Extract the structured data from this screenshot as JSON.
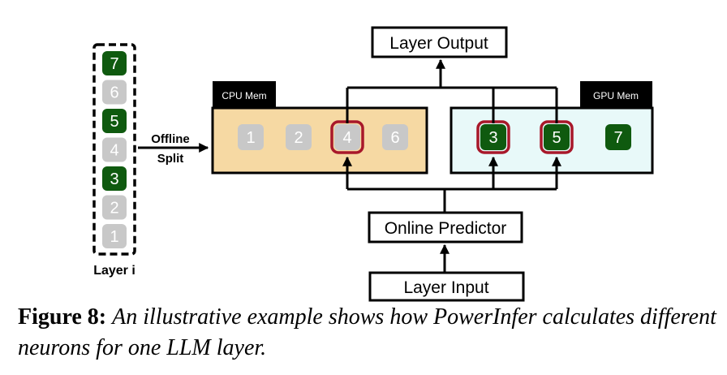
{
  "diagram": {
    "layer_label": "Layer i",
    "layer_neurons": [
      "7",
      "6",
      "5",
      "4",
      "3",
      "2",
      "1"
    ],
    "split_label_line1": "Offline",
    "split_label_line2": "Split",
    "cpu_label": "CPU Mem",
    "gpu_label": "GPU Mem",
    "cpu_neurons": [
      "1",
      "2",
      "4",
      "6"
    ],
    "gpu_neurons": [
      "3",
      "5",
      "7"
    ],
    "layer_output": "Layer Output",
    "online_predictor": "Online Predictor",
    "layer_input": "Layer Input"
  },
  "colors": {
    "hot": "#0f5a0f",
    "cold": "#c8c8c8",
    "active_border": "#a8182a",
    "cpu_fill": "#f6d9a3",
    "gpu_fill": "#e8f9f9"
  },
  "caption": {
    "label": "Figure 8:",
    "text": "An illustrative example shows how PowerInfer calculates different neurons for one LLM layer."
  }
}
